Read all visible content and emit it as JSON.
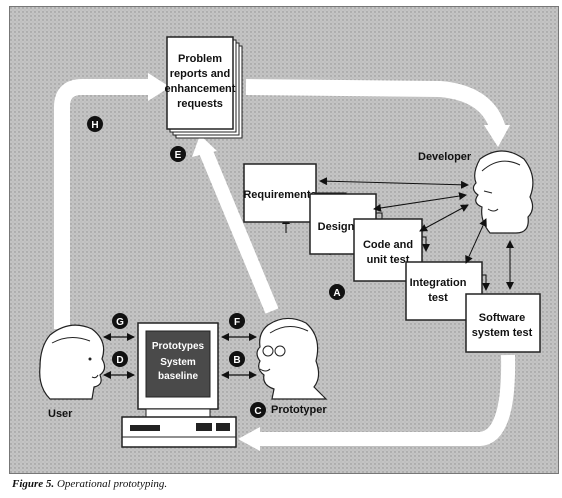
{
  "boxes": {
    "problem_reports": [
      "Problem",
      "reports and",
      "enhancement",
      "requests"
    ],
    "requirements": "Requirements",
    "design": "Design",
    "code_and_unit_test": [
      "Code and",
      "unit test"
    ],
    "integration_test": [
      "Integration",
      "test"
    ],
    "software_system_test": [
      "Software",
      "system test"
    ]
  },
  "monitor_text": [
    "Prototypes",
    "System",
    "baseline"
  ],
  "actors": {
    "developer": "Developer",
    "user": "User",
    "prototyper": "Prototyper"
  },
  "markers": {
    "A": "A",
    "B": "B",
    "C": "C",
    "D": "D",
    "E": "E",
    "F": "F",
    "G": "G",
    "H": "H"
  },
  "caption": {
    "label": "Figure 5.",
    "text": "Operational prototyping."
  }
}
